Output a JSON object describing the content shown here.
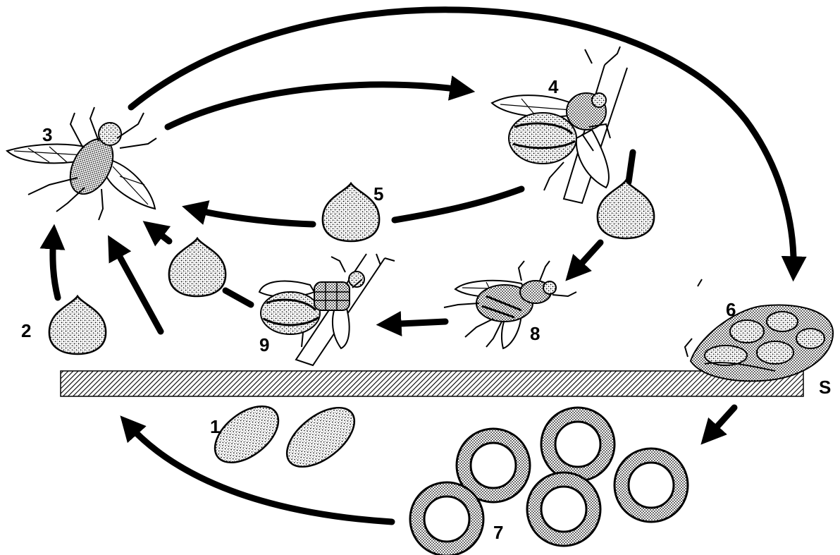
{
  "diagram": {
    "stage_labels": {
      "stage_1": "1",
      "stage_2": "2",
      "stage_3": "3",
      "stage_4": "4",
      "stage_5": "5",
      "stage_6": "6",
      "stage_7": "7",
      "stage_8": "8",
      "stage_9": "9",
      "surface": "S"
    },
    "icons": {
      "adult_fly": "fly-icon",
      "fly_on_plant": "fly-on-stem-icon",
      "spore": "conidium-icon",
      "pupa": "pupa-icon",
      "cadaver": "fungus-covered-cadaver-icon",
      "resting_spore": "ring-spore-icon"
    }
  }
}
